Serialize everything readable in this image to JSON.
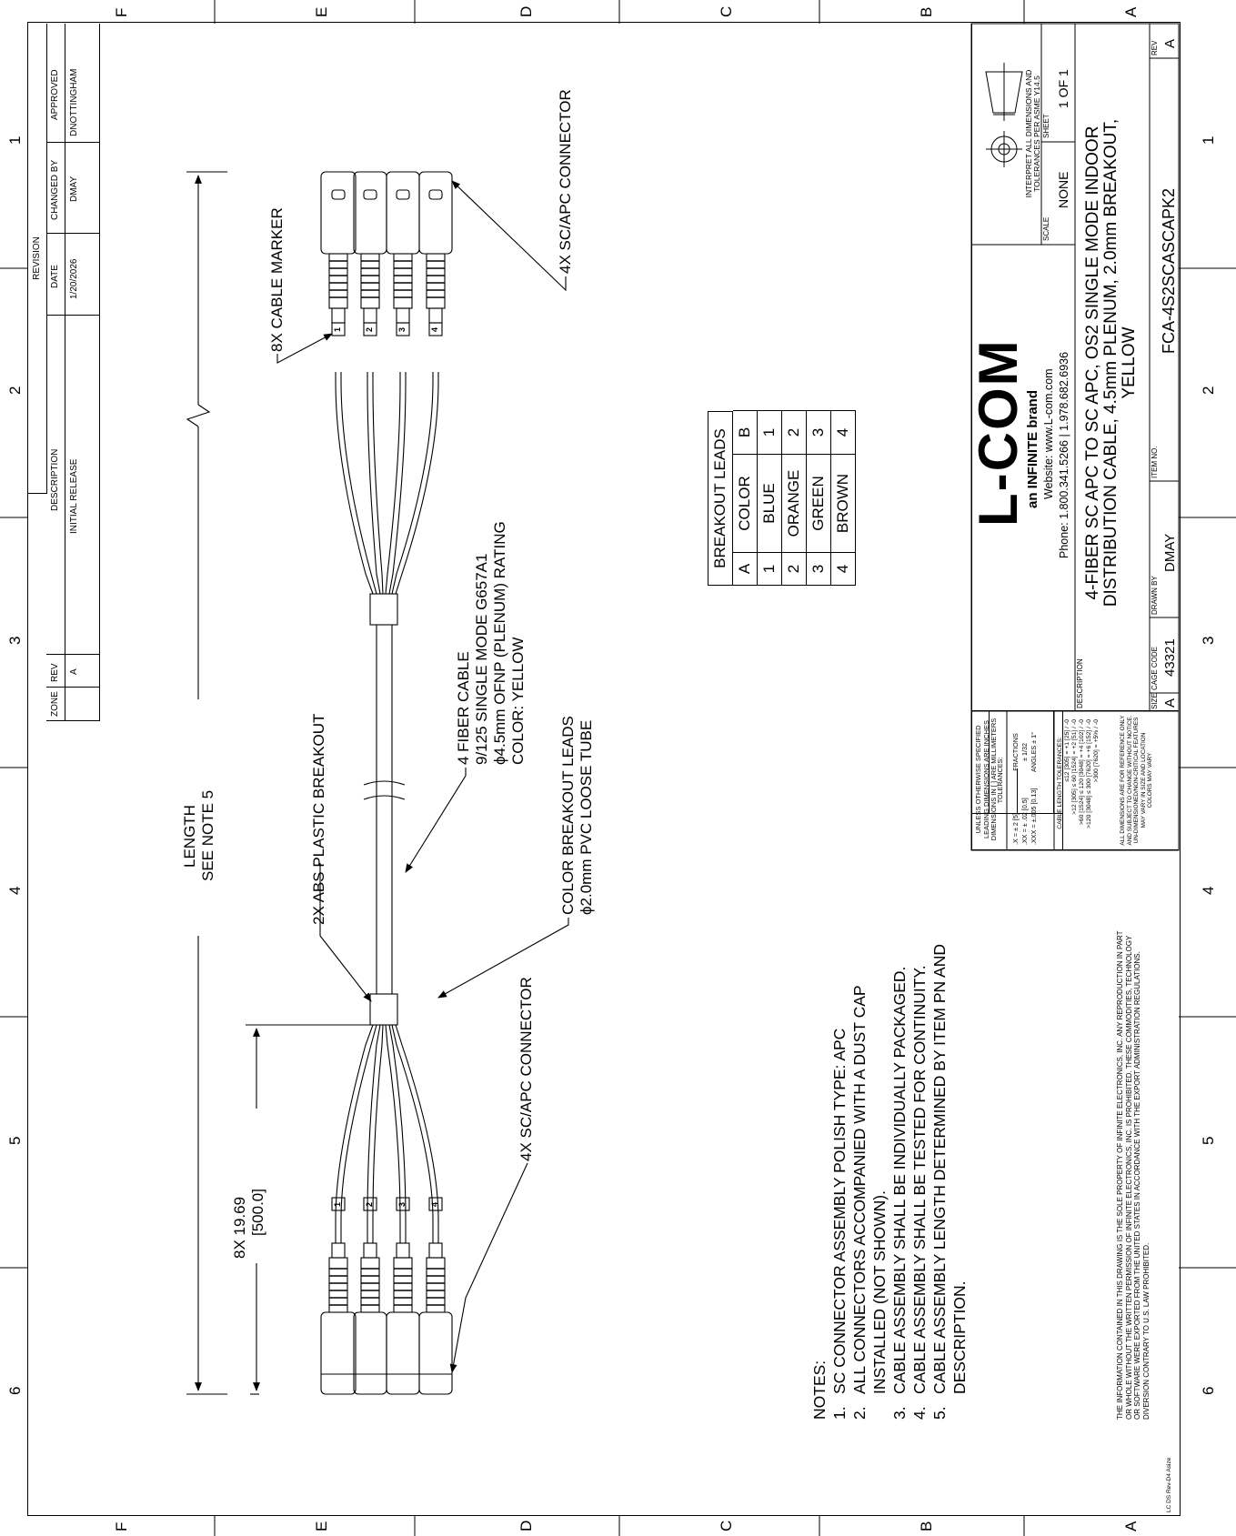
{
  "zones": {
    "columns": [
      "6",
      "5",
      "4",
      "3",
      "2",
      "1"
    ],
    "rows": [
      "F",
      "E",
      "D",
      "C",
      "B",
      "A"
    ]
  },
  "revision": {
    "title": "REVISION",
    "headers": [
      "ZONE",
      "REV",
      "DESCRIPTION",
      "DATE",
      "CHANGED BY",
      "APPROVED"
    ],
    "row": {
      "zone": "",
      "rev": "A",
      "description": "INITIAL RELEASE",
      "date": "1/20/2026",
      "changed_by": "DMAY",
      "approved": "DNOTTINGHAM"
    }
  },
  "callouts": {
    "length": "LENGTH",
    "see_note": "SEE NOTE 5",
    "abs_breakout": "2X ABS PLASTIC BREAKOUT",
    "cable_marker": "8X CABLE MARKER",
    "sc_connector_right": "4X SC/APC CONNECTOR",
    "sc_connector_left": "4X SC/APC CONNECTOR",
    "dim_count": "8X  19.69",
    "dim_mm": "[500.0]",
    "fiber_cable": [
      "4 FIBER CABLE",
      "9/125 SINGLE MODE G657A1",
      "ϕ4.5mm OFNP (PLENUM) RATING",
      "COLOR: YELLOW"
    ],
    "breakout_leads": [
      "COLOR BREAKOUT LEADS",
      "ϕ2.0mm PVC LOOSE TUBE"
    ],
    "marker_numbers": [
      "1",
      "2",
      "3",
      "4"
    ]
  },
  "breakout_table": {
    "title": "BREAKOUT LEADS",
    "headers": [
      "A",
      "COLOR",
      "B"
    ],
    "rows": [
      [
        "1",
        "BLUE",
        "1"
      ],
      [
        "2",
        "ORANGE",
        "2"
      ],
      [
        "3",
        "GREEN",
        "3"
      ],
      [
        "4",
        "BROWN",
        "4"
      ]
    ]
  },
  "notes": {
    "title": "NOTES:",
    "items": [
      [
        "1.",
        "SC CONNECTOR ASSEMBLY POLISH TYPE: APC"
      ],
      [
        "2.",
        "ALL CONNECTORS ACCOMPANIED WITH A DUST CAP"
      ],
      [
        "",
        "INSTALLED (NOT SHOWN)."
      ],
      [
        "3.",
        "CABLE ASSEMBLY SHALL BE INDIVIDUALLY PACKAGED."
      ],
      [
        "4.",
        "CABLE ASSEMBLY SHALL BE TESTED FOR CONTINUITY."
      ],
      [
        "5.",
        "CABLE ASSEMBLY LENGTH DETERMINED BY ITEM PN AND"
      ],
      [
        "",
        "DESCRIPTION."
      ]
    ]
  },
  "legal": [
    "THE INFORMATION CONTAINED IN THIS DRAWING IS THE SOLE PROPERTY OF INFINITE ELECTRONICS, INC. ANY REPRODUCTION IN PART",
    "OR WHOLE WITHOUT THE WRITTEN PERMISSION OF INFINITE ELECTRONICS, INC. IS PROHIBITED. THESE COMMODITIES, TECHNOLOGY",
    "OR SOFTWARE WERE EXPORTED FROM THE UNITED STATES IN ACCORDANCE WITH THE EXPORT ADMINISTRATION REGULATIONS.",
    "DIVERSION CONTRARY TO U.S. LAW PROHIBITED."
  ],
  "form_id": "LC DS Rev-D4 Asize",
  "tolerances": {
    "header": [
      "UNLESS OTHERWISE SPECIFIED",
      "LEADING DIMENSIONS ARE INCHES",
      "DIMENSIONS IN [ ] ARE MILLIMETERS"
    ],
    "title": "TOLERANCES:",
    "decimal": [
      ".X = ± 2 [5]",
      ".XX = ± .02 [0.5]",
      ".XXX = ±.005 [0.13]"
    ],
    "fractions_label": "FRACTIONS",
    "fractions_value": "± 1/32",
    "angles": "ANGLES ± 1°",
    "length_title": "CABLE LENGTH TOLERANCES:",
    "length": [
      "≤12 [305] = +1 [25] / -0",
      ">12 [305] ≤ 60 [1524] = +2 [51] / -0",
      ">60 [1524] ≤ 120 [3048] = +4 [102] / -0",
      ">120 [3048] ≤ 300 [7620] = +6 [152] / -0",
      ">300 [7620] = +5% / -0"
    ],
    "disclaimer": [
      "ALL DIMENSIONS ARE FOR REFERENCE ONLY",
      "AND SUBJECT TO CHANGE WITHOUT NOTICE.",
      "UN-DIMENSIONED/NON-CRITICAL FEATURES",
      "MAY VARY IN SIZE AND LOCATION",
      "COLORS MAY VARY"
    ]
  },
  "brand": {
    "logo_letters": "L-COM",
    "tagline": "an INFINITE brand",
    "website": "Website: www.L-com.com",
    "phone": "Phone: 1.800.341.5266 | 1.978.682.6936"
  },
  "projection": {
    "note": [
      "INTERPRET ALL DIMENSIONS AND",
      "TOLERANCES PER ASME Y14.5"
    ]
  },
  "title_block": {
    "scale_label": "SCALE",
    "scale": "NONE",
    "sheet_label": "SHEET",
    "sheet": "1 OF 1",
    "description_label": "DESCRIPTION",
    "description": [
      "4-FIBER SC APC TO SC APC, OS2 SINGLE MODE INDOOR",
      "DISTRIBUTION CABLE, 4.5mm PLENUM, 2.0mm BREAKOUT,",
      "YELLOW"
    ],
    "size_label": "SIZE",
    "size": "A",
    "cage_label": "CAGE CODE",
    "cage": "43321",
    "drawn_label": "DRAWN BY",
    "drawn": "DMAY",
    "item_label": "ITEM NO.",
    "item": "FCA-4S2SCASCAPK2",
    "rev_label": "REV",
    "rev": "A"
  }
}
